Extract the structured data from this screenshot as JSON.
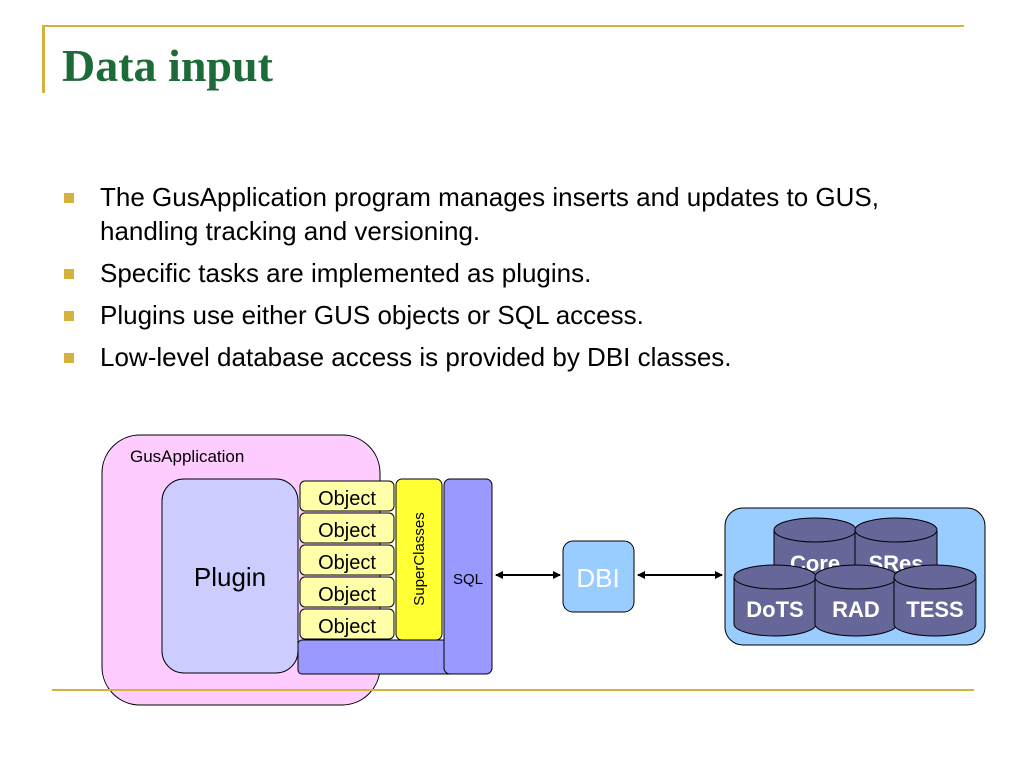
{
  "slide": {
    "title": "Data input",
    "bullets": [
      "The GusApplication program manages inserts and updates to GUS, handling tracking and versioning.",
      "Specific tasks are implemented as plugins.",
      "Plugins use either GUS objects or SQL access.",
      "Low-level database access is provided by DBI classes."
    ]
  },
  "diagram": {
    "container_label": "GusApplication",
    "plugin_label": "Plugin",
    "object_labels": [
      "Object",
      "Object",
      "Object",
      "Object",
      "Object"
    ],
    "superclasses_label": "SuperClasses",
    "sql_label": "SQL",
    "dbi_label": "DBI",
    "databases_top": [
      "Core",
      "SRes"
    ],
    "databases_bottom": [
      "DoTS",
      "RAD",
      "TESS"
    ]
  },
  "colors": {
    "accent": "#d6b23c",
    "title": "#1d6b38",
    "container": "#ffccff",
    "plugin": "#ccccff",
    "object": "#ffffaa",
    "superclasses": "#ffff33",
    "sql": "#9999ff",
    "dbi_box": "#99ccff",
    "db_area": "#99ccff",
    "cylinder": "#666699"
  }
}
